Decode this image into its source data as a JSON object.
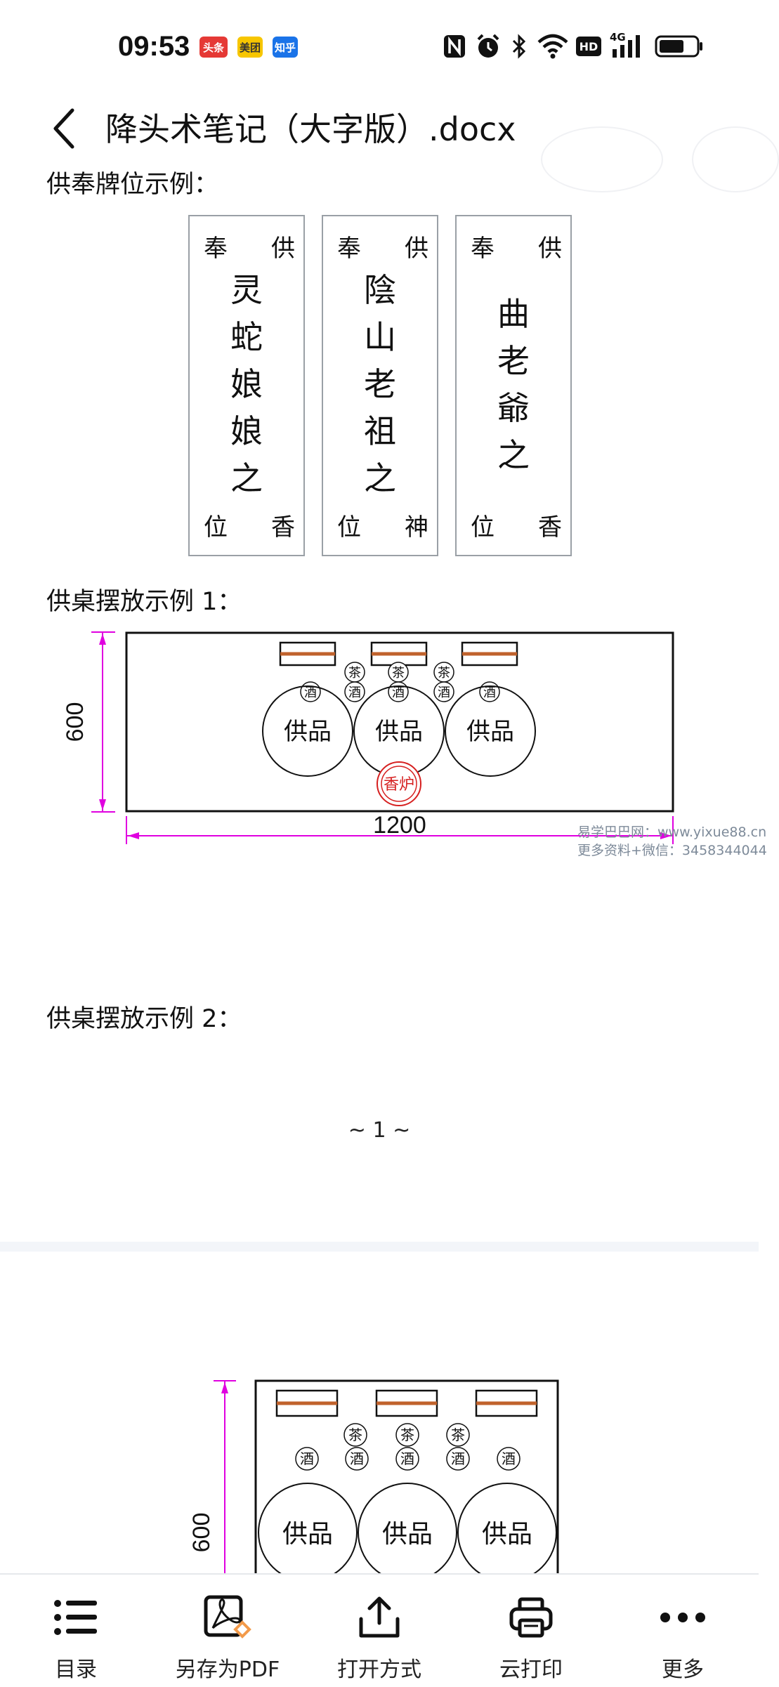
{
  "status_bar": {
    "time": "09:53",
    "apps": [
      {
        "label": "头条",
        "color": "#e53935"
      },
      {
        "label": "美团",
        "color": "#f7c600"
      },
      {
        "label": "知乎",
        "color": "#1a73e8"
      }
    ],
    "icons": [
      "nfc-icon",
      "alarm-icon",
      "bluetooth-icon",
      "wifi-icon",
      "hd-icon",
      "signal-4g-icon",
      "battery-icon"
    ],
    "hd_label": "HD",
    "net_label": "4G"
  },
  "header": {
    "title": "降头术笔记（大字版）.docx"
  },
  "document": {
    "section1_title": "供奉牌位示例：",
    "tablets": [
      {
        "top_left": "奉",
        "top_right": "供",
        "middle": [
          "灵",
          "蛇",
          "娘",
          "娘",
          "之"
        ],
        "bottom_left": "位",
        "bottom_right": "香"
      },
      {
        "top_left": "奉",
        "top_right": "供",
        "middle": [
          "陰",
          "山",
          "老",
          "祖",
          "之"
        ],
        "bottom_left": "位",
        "bottom_right": "神"
      },
      {
        "top_left": "奉",
        "top_right": "供",
        "middle": [
          "曲",
          "老",
          "爺",
          "之"
        ],
        "bottom_left": "位",
        "bottom_right": "香"
      }
    ],
    "section2_title": "供桌摆放示例 1：",
    "diagram1": {
      "height_label": "600",
      "width_label": "1200",
      "tea_label": "茶",
      "wine_label": "酒",
      "offering_label": "供品",
      "censer_label": "香炉",
      "accent_color": "#e000e0",
      "stick_color": "#c0622c",
      "censer_color": "#d62020"
    },
    "section3_title": "供桌摆放示例 2：",
    "page_number": "~ 1 ~",
    "watermark_line1": "易学巴巴网：www.yixue88.cn",
    "watermark_line2": "更多资料+微信：3458344044",
    "diagram2": {
      "height_label": "600",
      "tea_label": "茶",
      "wine_label": "酒",
      "offering_label": "供品"
    }
  },
  "toolbar": {
    "items": [
      {
        "label": "目录",
        "icon": "list-icon"
      },
      {
        "label": "另存为PDF",
        "icon": "pdf-icon"
      },
      {
        "label": "打开方式",
        "icon": "share-icon"
      },
      {
        "label": "云打印",
        "icon": "printer-icon"
      },
      {
        "label": "更多",
        "icon": "more-icon"
      }
    ]
  }
}
